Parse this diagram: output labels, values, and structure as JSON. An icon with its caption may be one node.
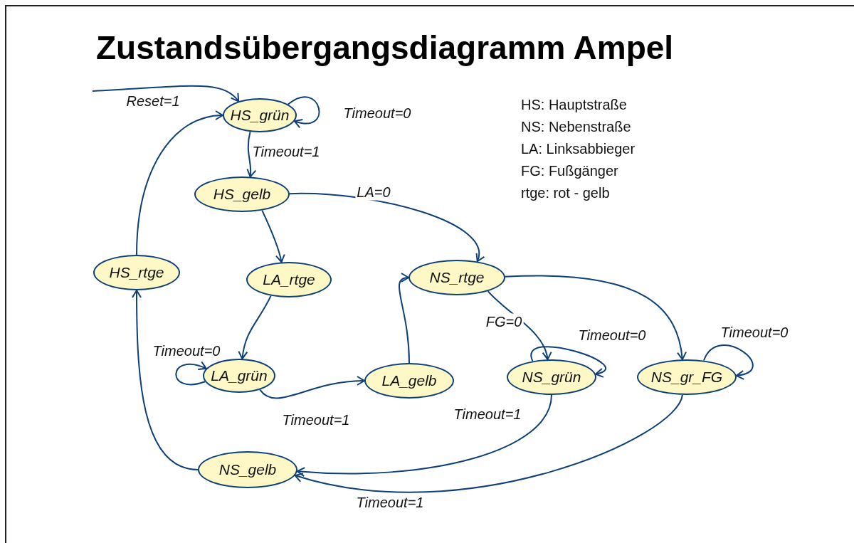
{
  "diagram": {
    "title": "Zustandsübergangsdiagramm Ampel",
    "nodes": [
      {
        "text": [
          "HS_grün"
        ]
      },
      {
        "text": [
          "HS_gelb"
        ]
      },
      {
        "text": [
          "HS_rtge"
        ]
      },
      {
        "text": [
          "LA_rtge"
        ]
      },
      {
        "text": [
          "NS_rtge"
        ]
      },
      {
        "text": [
          "LA_grün"
        ]
      },
      {
        "text": [
          "LA_gelb"
        ]
      },
      {
        "text": [
          "NS_grün"
        ]
      },
      {
        "text": [
          "NS_gr_FG"
        ]
      },
      {
        "text": [
          "NS_gelb"
        ]
      }
    ],
    "edges": [
      {
        "from": null,
        "to": 0,
        "arrow": "to",
        "label": "Reset=1"
      },
      {
        "from": 0,
        "to": 0,
        "arrow": "to",
        "label": "Timeout=0"
      },
      {
        "from": 0,
        "to": 1,
        "arrow": "to",
        "label": "Timeout=1"
      },
      {
        "from": 1,
        "to": 3,
        "arrow": "to"
      },
      {
        "from": 1,
        "to": 4,
        "arrow": "to",
        "label": "LA=0"
      },
      {
        "from": 3,
        "to": 5,
        "arrow": "to"
      },
      {
        "from": 5,
        "to": 5,
        "arrow": "to",
        "label": "Timeout=0"
      },
      {
        "from": 5,
        "to": 6,
        "arrow": "to",
        "label": "Timeout=1"
      },
      {
        "from": 6,
        "to": 4,
        "arrow": "to"
      },
      {
        "from": 4,
        "to": 7,
        "arrow": "to",
        "label": "FG=0"
      },
      {
        "from": 4,
        "to": 8,
        "arrow": "to"
      },
      {
        "from": 7,
        "to": 7,
        "arrow": "to",
        "label": "Timeout=0"
      },
      {
        "from": 8,
        "to": 8,
        "arrow": "to",
        "label": "Timeout=0"
      },
      {
        "from": 7,
        "to": 9,
        "arrow": "to",
        "label": "Timeout=1"
      },
      {
        "from": 8,
        "to": 9,
        "arrow": "to",
        "label": "Timeout=1"
      },
      {
        "from": 9,
        "to": 2,
        "arrow": "to"
      },
      {
        "from": 2,
        "to": 0,
        "arrow": "to"
      }
    ],
    "labels": [
      "HS: Hauptstraße",
      "NS: Nebenstraße",
      "LA: Linksabbieger",
      "FG: Fußgänger",
      "rtge: rot - gelb"
    ]
  }
}
